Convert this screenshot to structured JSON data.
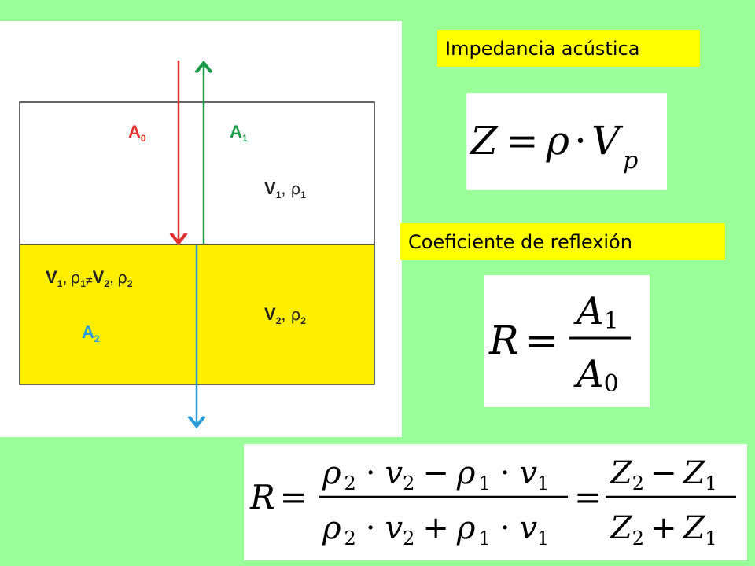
{
  "diagram": {
    "top_medium_color": "#ffffff",
    "bottom_medium_color": "#ffee00",
    "incident": {
      "letter": "A",
      "sub": "0",
      "color": "#e03030"
    },
    "reflected": {
      "letter": "A",
      "sub": "1",
      "color": "#1a9a48"
    },
    "transmitted": {
      "letter": "A",
      "sub": "2",
      "color": "#2a9ad8"
    },
    "medium1": {
      "v": "V",
      "v_sub": "1",
      "sep": ",",
      "rho": "ρ",
      "rho_sub": "1"
    },
    "medium2": {
      "v": "V",
      "v_sub": "2",
      "sep": ",",
      "rho": "ρ",
      "rho_sub": "2"
    },
    "condition": {
      "v1": "V",
      "v1_sub": "1",
      "sep1": ",",
      "rho1": "ρ",
      "rho1_sub": "1",
      "neq": "≠",
      "v2": "V",
      "v2_sub": "2",
      "sep2": ",",
      "rho2": "ρ",
      "rho2_sub": "2"
    }
  },
  "labels": {
    "impedance": "Impedancia acústica",
    "reflection": "Coeficiente de reflexión"
  },
  "formulas": {
    "impedance": {
      "lhs": "Z",
      "eq": "=",
      "rho": "ρ",
      "dot": "·",
      "v": "V",
      "sub": "p"
    },
    "ratio": {
      "lhs": "R",
      "eq": "=",
      "num": "A",
      "num_sub": "1",
      "den": "A",
      "den_sub": "0"
    },
    "full": {
      "lhs": "R",
      "eq1": "=",
      "eq2": "=",
      "num1": {
        "rho": "ρ",
        "rho_sub": "2",
        "dot": "·",
        "v": "v",
        "v_sub": "2",
        "op": "−",
        "rho2": "ρ",
        "rho2_sub": "1",
        "dot2": "·",
        "v2": "v",
        "v2_sub": "1"
      },
      "den1": {
        "rho": "ρ",
        "rho_sub": "2",
        "dot": "·",
        "v": "v",
        "v_sub": "2",
        "op": "+",
        "rho2": "ρ",
        "rho2_sub": "1",
        "dot2": "·",
        "v2": "v",
        "v2_sub": "1"
      },
      "num2": {
        "z": "Z",
        "z_sub": "2",
        "op": "−",
        "z2": "Z",
        "z2_sub": "1"
      },
      "den2": {
        "z": "Z",
        "z_sub": "2",
        "op": "+",
        "z2": "Z",
        "z2_sub": "1"
      }
    }
  }
}
